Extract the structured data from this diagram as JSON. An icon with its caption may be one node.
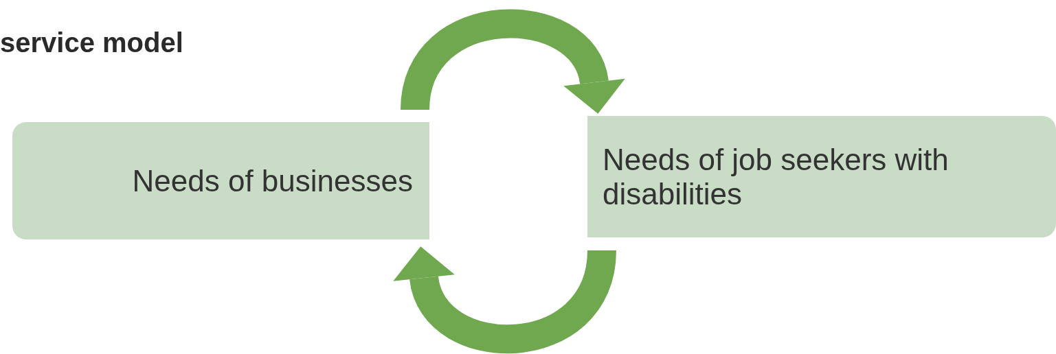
{
  "diagram": {
    "title": "service model",
    "nodes": [
      {
        "text": [
          "Needs of businesses"
        ]
      },
      {
        "text": [
          "Needs of job seekers with disabilities"
        ]
      }
    ],
    "edges": [
      {
        "from": 0,
        "to": 1,
        "arrow": "to"
      },
      {
        "from": 1,
        "to": 0,
        "arrow": "to"
      }
    ]
  }
}
